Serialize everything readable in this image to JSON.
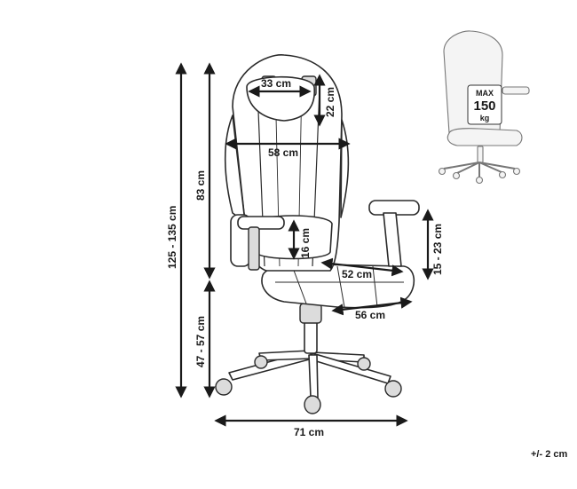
{
  "dimensions": {
    "headrest_width": "33 cm",
    "headrest_height": "22 cm",
    "backrest_width": "58 cm",
    "backrest_height": "83 cm",
    "total_height": "125 - 135 cm",
    "lumbar_height": "16 cm",
    "seat_width": "52 cm",
    "seat_depth": "56 cm",
    "armrest_height": "15 - 23 cm",
    "seat_height": "47 - 57 cm",
    "base_width": "71 cm"
  },
  "max_load": {
    "line1": "MAX",
    "line2": "150",
    "line3": "kg"
  },
  "tolerance": "+/- 2 cm",
  "colors": {
    "ink": "#1a1a1a",
    "outline": "#2a2a2a"
  }
}
